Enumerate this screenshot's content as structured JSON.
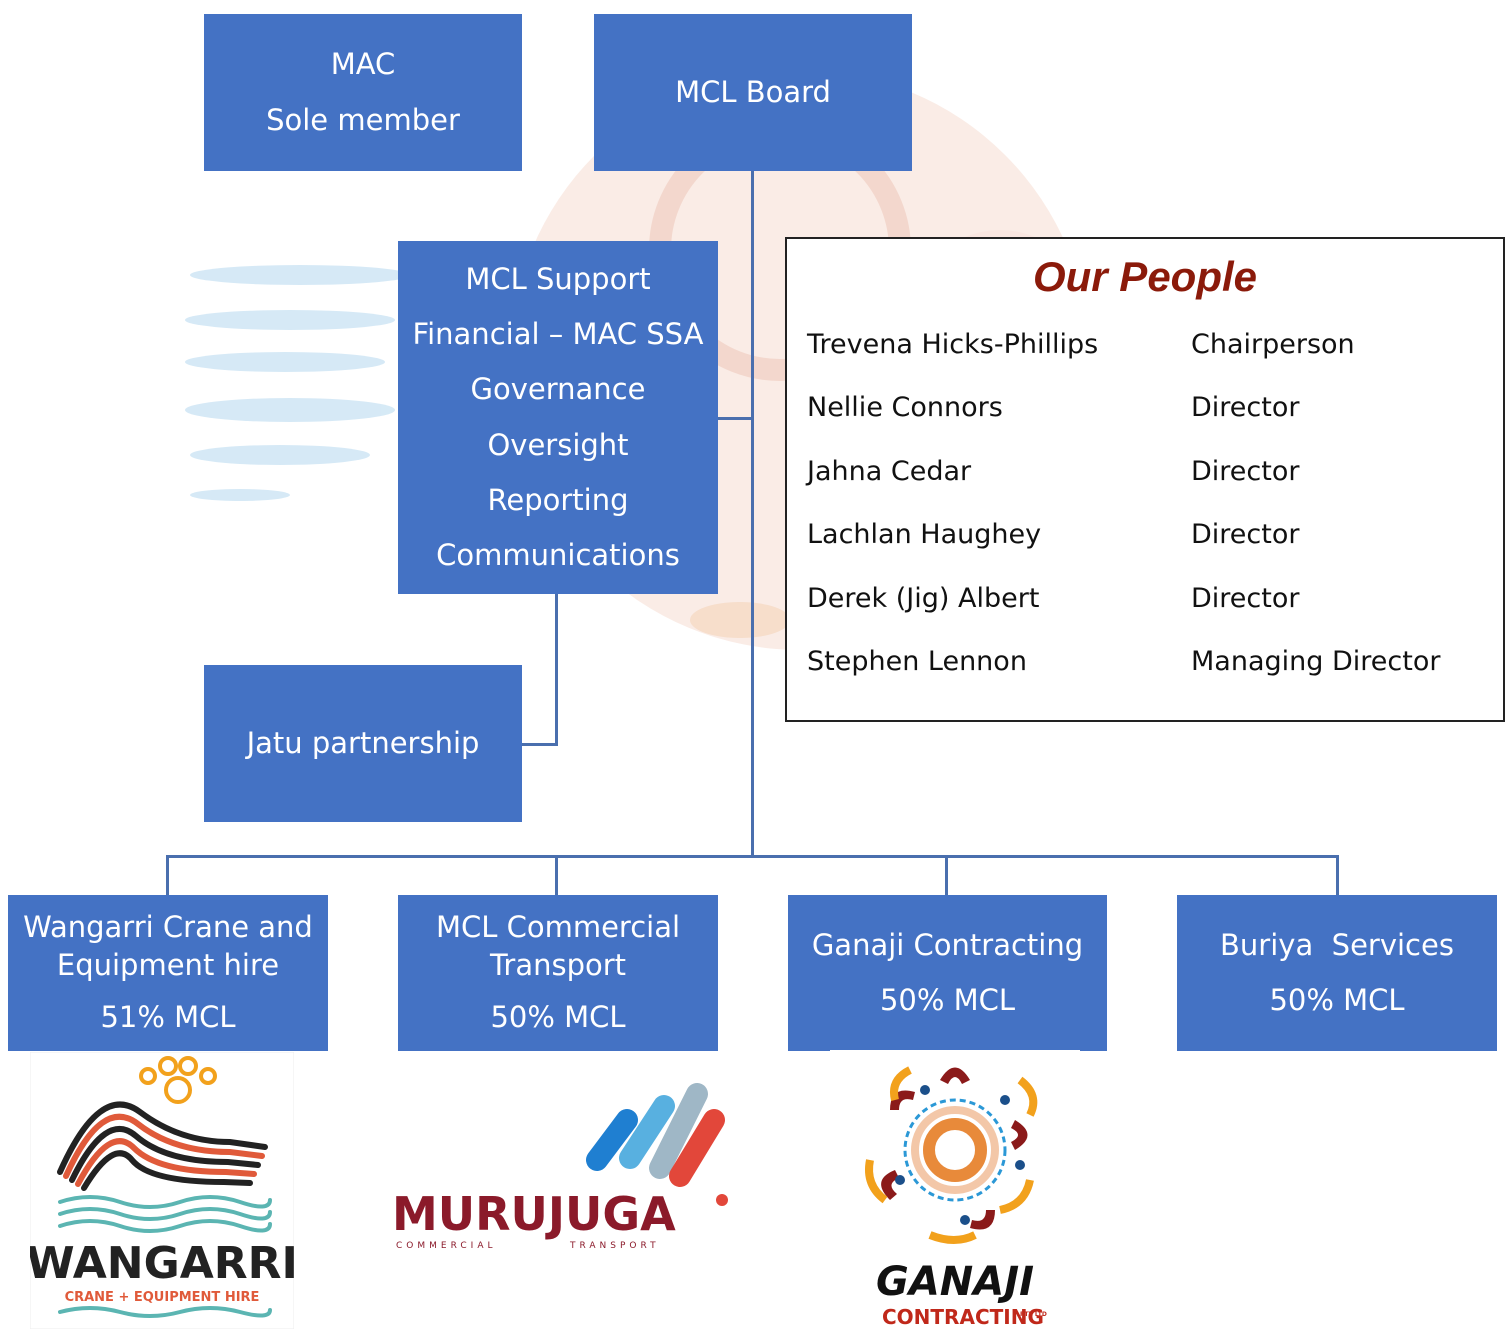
{
  "colors": {
    "box": "#4472c4",
    "connector": "#4a6fae",
    "title": "#8b1a0a"
  },
  "top": {
    "mac": [
      "MAC",
      "Sole member"
    ],
    "board": "MCL Board"
  },
  "support": [
    "MCL Support",
    "Financial – MAC SSA",
    "Governance",
    "Oversight",
    "Reporting",
    "Communications"
  ],
  "jatu": "Jatu partnership",
  "subsidiaries": [
    {
      "name": [
        "Wangarri Crane and",
        "Equipment hire"
      ],
      "share": "51% MCL"
    },
    {
      "name": [
        "MCL Commercial",
        "Transport"
      ],
      "share": "50% MCL"
    },
    {
      "name": [
        "Ganaji Contracting"
      ],
      "share": "50% MCL"
    },
    {
      "name": [
        "Buriya  Services"
      ],
      "share": "50% MCL"
    }
  ],
  "our_people": {
    "title": "Our People",
    "members": [
      {
        "name": "Trevena Hicks-Phillips",
        "role": "Chairperson"
      },
      {
        "name": "Nellie Connors",
        "role": "Director"
      },
      {
        "name": "Jahna Cedar",
        "role": "Director"
      },
      {
        "name": "Lachlan Haughey",
        "role": "Director"
      },
      {
        "name": "Derek (Jig) Albert",
        "role": "Director"
      },
      {
        "name": "Stephen Lennon",
        "role": "Managing Director"
      }
    ]
  },
  "logos": {
    "wangarri": {
      "word": "WANGARRI",
      "sub": "CRANE + EQUIPMENT HIRE"
    },
    "murujuga": {
      "word": "MURUJUGA",
      "sub_left": "COMMERCIAL",
      "sub_right": "TRANSPORT"
    },
    "ganaji": {
      "word": "GANAJI",
      "sub": "CONTRACTING",
      "sup": "PTY LTD"
    }
  }
}
